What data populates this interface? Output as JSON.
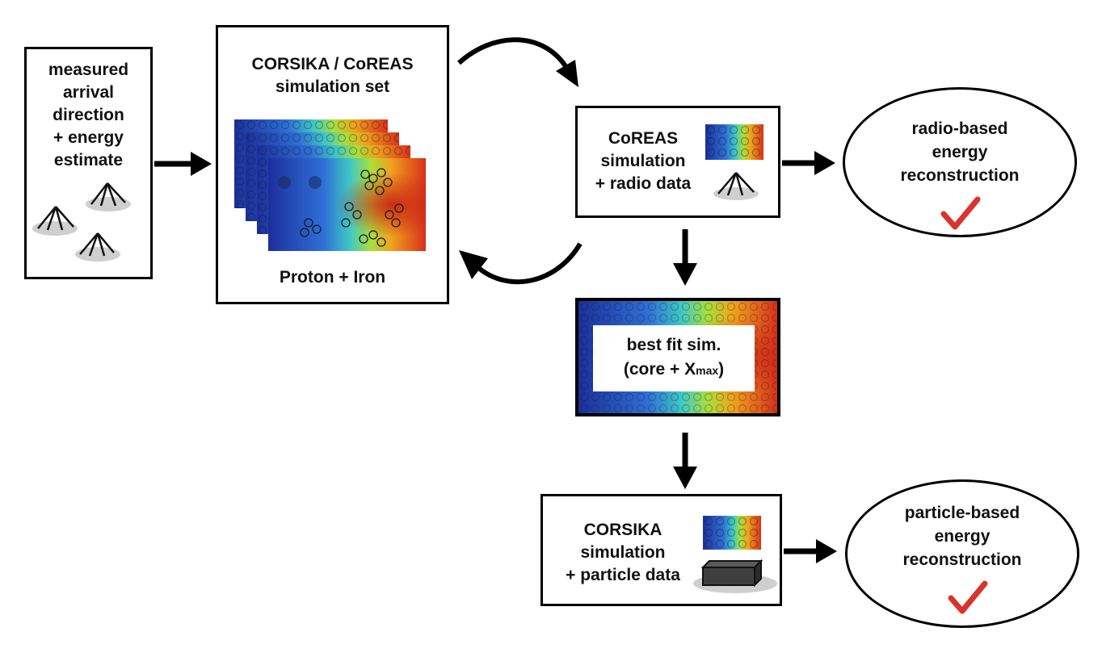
{
  "input_box": {
    "lines": [
      "measured",
      "arrival",
      "direction",
      "+ energy",
      "estimate"
    ]
  },
  "simset_box": {
    "title_line1": "CORSIKA / CoREAS",
    "title_line2": "simulation set",
    "footer": "Proton + Iron"
  },
  "coreas_box": {
    "lines": [
      "CoREAS",
      "simulation",
      "+ radio data"
    ]
  },
  "radio_result": {
    "lines": [
      "radio-based",
      "energy",
      "reconstruction"
    ],
    "status_icon": "checkmark-icon"
  },
  "bestfit_box": {
    "line1": "best fit sim.",
    "line2_prefix": "(core + X",
    "line2_sub": "max",
    "line2_suffix": ")"
  },
  "corsika_box": {
    "lines": [
      "CORSIKA",
      "simulation",
      "+ particle data"
    ]
  },
  "particle_result": {
    "lines": [
      "particle-based",
      "energy",
      "reconstruction"
    ],
    "status_icon": "checkmark-icon"
  },
  "colors": {
    "check": "#d9342b",
    "heat_low": "#1f3fa8",
    "heat_mid": "#38c7c0",
    "heat_high": "#f07a1a",
    "heat_peak": "#d62f1d",
    "outline": "#000000"
  }
}
